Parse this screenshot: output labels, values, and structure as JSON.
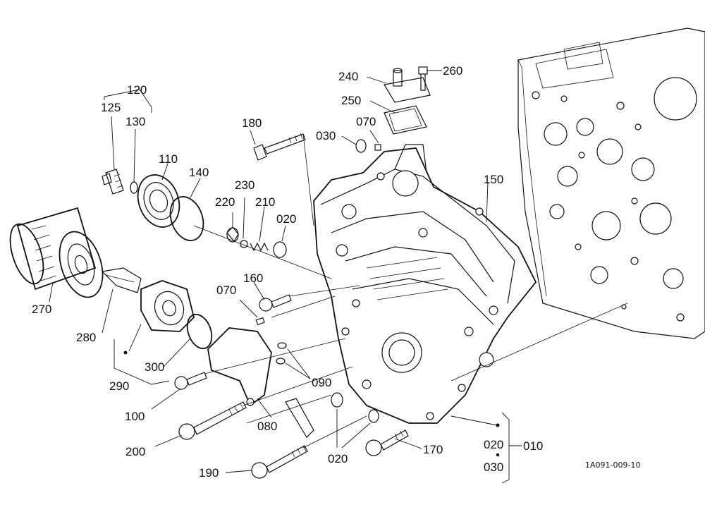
{
  "labels": {
    "p010": "010",
    "p020a": "020",
    "p020b": "020",
    "p020c": "020",
    "p030a": "030",
    "p030b": "030",
    "p070a": "070",
    "p070b": "070",
    "p080": "080",
    "p090": "090",
    "p100": "100",
    "p110": "110",
    "p120": "120",
    "p125": "125",
    "p130": "130",
    "p140": "140",
    "p150": "150",
    "p160": "160",
    "p170": "170",
    "p180": "180",
    "p190": "190",
    "p200": "200",
    "p210": "210",
    "p220": "220",
    "p230": "230",
    "p240": "240",
    "p250": "250",
    "p260": "260",
    "p270": "270",
    "p280": "280",
    "p290": "290",
    "p300": "300"
  },
  "reference_code": "1A091-009-10",
  "icons": {
    "oil_filter": "oil-filter-icon",
    "gear_case": "gear-case-icon",
    "cylinder_block": "cylinder-block-icon"
  }
}
